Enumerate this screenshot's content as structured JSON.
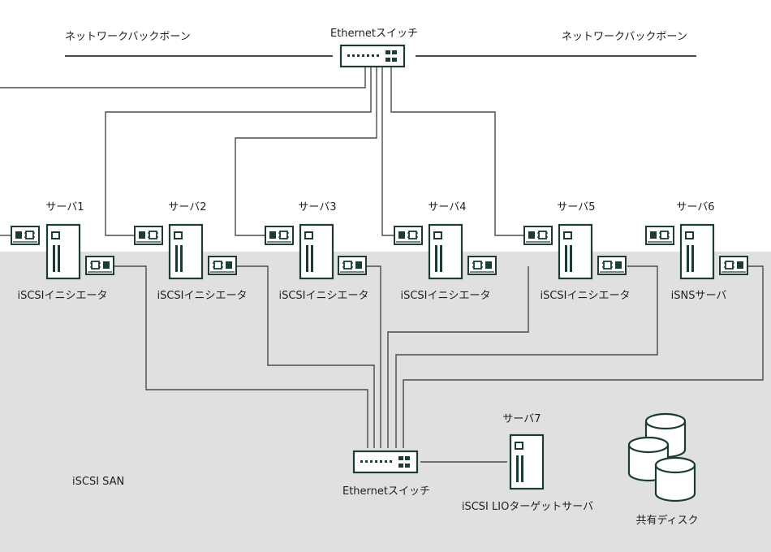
{
  "backbone": {
    "left_label": "ネットワークバックボーン",
    "right_label": "ネットワークバックボーン"
  },
  "top_switch": {
    "label": "Ethernetスイッチ"
  },
  "bottom_switch": {
    "label": "Ethernetスイッチ"
  },
  "servers": [
    {
      "name": "サーバ1",
      "role": "iSCSIイニシエータ"
    },
    {
      "name": "サーバ2",
      "role": "iSCSIイニシエータ"
    },
    {
      "name": "サーバ3",
      "role": "iSCSIイニシエータ"
    },
    {
      "name": "サーバ4",
      "role": "iSCSIイニシエータ"
    },
    {
      "name": "サーバ5",
      "role": "iSCSIイニシエータ"
    },
    {
      "name": "サーバ6",
      "role": "iSNSサーバ"
    }
  ],
  "target": {
    "name": "サーバ7",
    "role": "iSCSI LIOターゲットサーバ"
  },
  "san_label": "iSCSI SAN",
  "storage_label": "共有ディスク",
  "colors": {
    "line": "#4a4a4a",
    "device": "#1b3c33",
    "san": "#e0e0e2"
  }
}
